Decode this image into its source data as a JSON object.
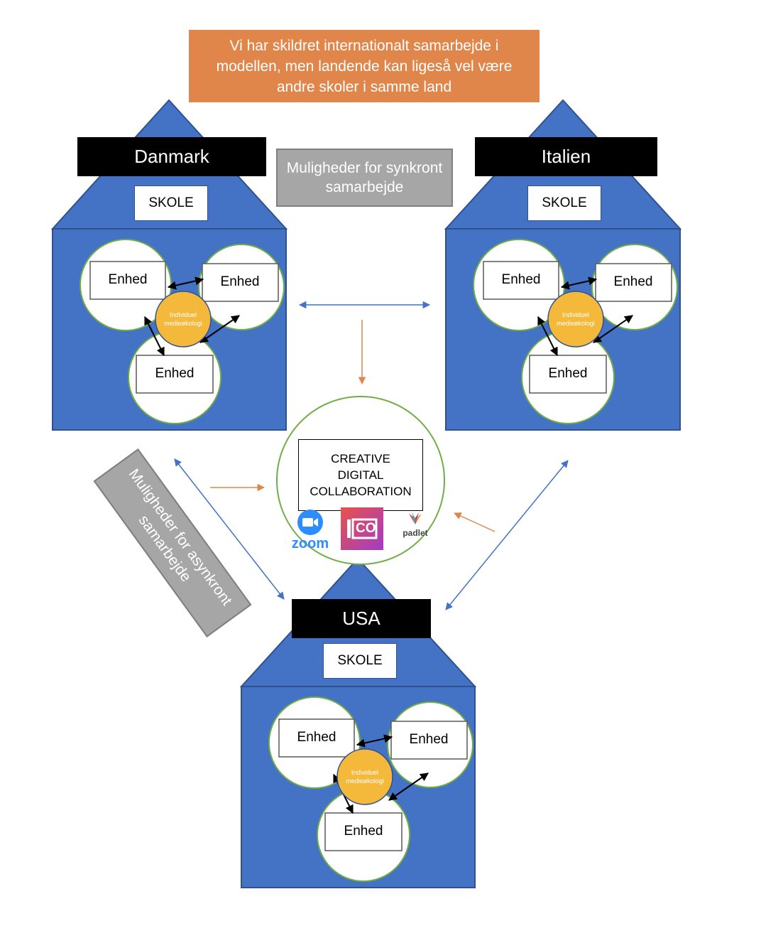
{
  "note": "Vi har skildret internationalt samarbejde i modellen, men landende kan ligeså vel være andre skoler i samme land",
  "sync_label": "Muligheder for synkront samarbejde",
  "async_label": "Muligheder for asynkront samarbejde",
  "schools": [
    {
      "country": "Danmark",
      "skole": "SKOLE",
      "units": [
        "Enhed",
        "Enhed",
        "Enhed"
      ],
      "center": [
        "Individuel",
        "medieøkologi"
      ]
    },
    {
      "country": "Italien",
      "skole": "SKOLE",
      "units": [
        "Enhed",
        "Enhed",
        "Enhed"
      ],
      "center": [
        "Individuel",
        "medieøkologi"
      ]
    },
    {
      "country": "USA",
      "skole": "SKOLE",
      "units": [
        "Enhed",
        "Enhed",
        "Enhed"
      ],
      "center": [
        "Individuel",
        "medieøkologi"
      ]
    }
  ],
  "hub": {
    "lines": [
      "CREATIVE",
      "DIGITAL",
      "COLLABORATION"
    ]
  },
  "tools": {
    "zoom": "zoom",
    "co": "CO",
    "padlet": "padlet"
  },
  "colors": {
    "house_fill": "#4472c4",
    "house_stroke": "#2f528f",
    "circle_stroke": "#70ad47",
    "center_fill": "#f4b93a",
    "note_fill": "#e0864a",
    "gray_box": "#a6a6a6",
    "blue_arrow": "#4472c4",
    "orange_arrow": "#e0864a"
  },
  "icons": [
    "zoom-logo-icon",
    "co-app-icon",
    "padlet-logo-icon"
  ]
}
